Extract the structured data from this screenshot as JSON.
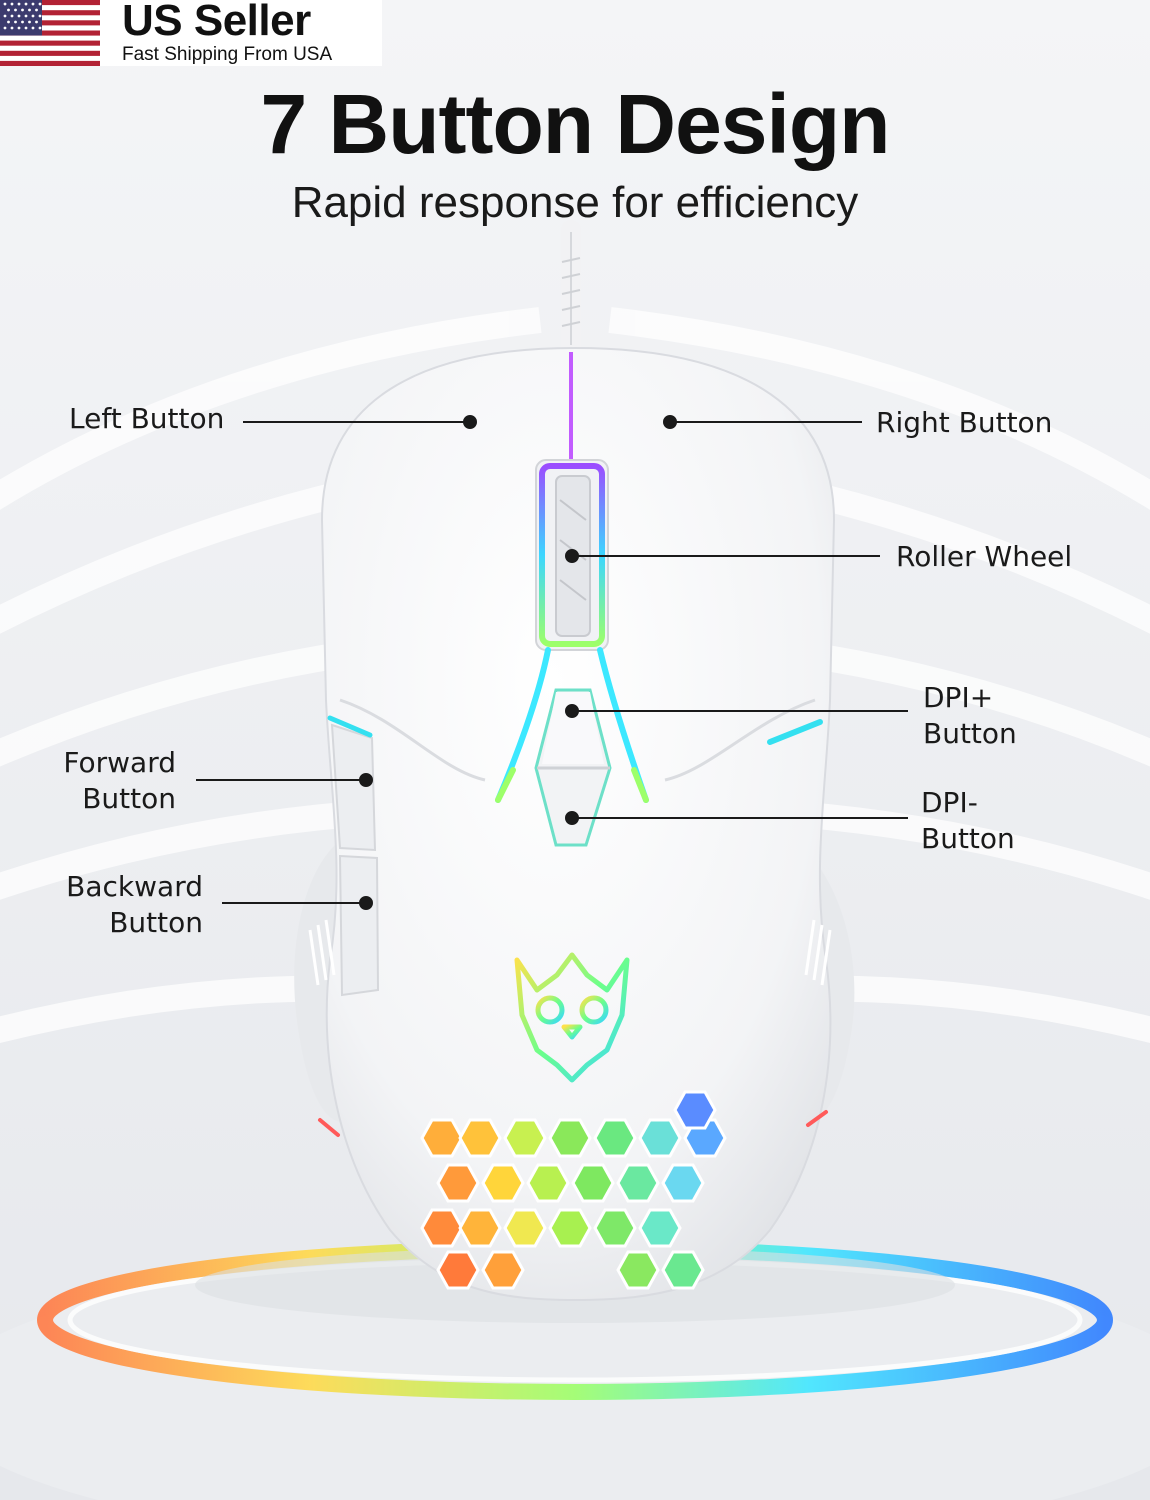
{
  "badge": {
    "title": "US Seller",
    "subtitle": "Fast Shipping From USA"
  },
  "headline": "7 Button Design",
  "subheadline": "Rapid response for efficiency",
  "callouts": {
    "left_button": "Left Button",
    "right_button": "Right Button",
    "roller_wheel": "Roller Wheel",
    "dpi_plus": [
      "DPI+",
      "Button"
    ],
    "dpi_minus": [
      "DPI-",
      "Button"
    ],
    "forward": [
      "Forward",
      "Button"
    ],
    "backward": [
      "Backward",
      "Button"
    ]
  },
  "colors": {
    "flag_red": "#b22234",
    "flag_blue": "#3c3b6e",
    "text": "#111111",
    "mouse_body": "#f7f7f8",
    "accent_cyan": "#34e0f0",
    "accent_purple": "#9b4dff"
  }
}
